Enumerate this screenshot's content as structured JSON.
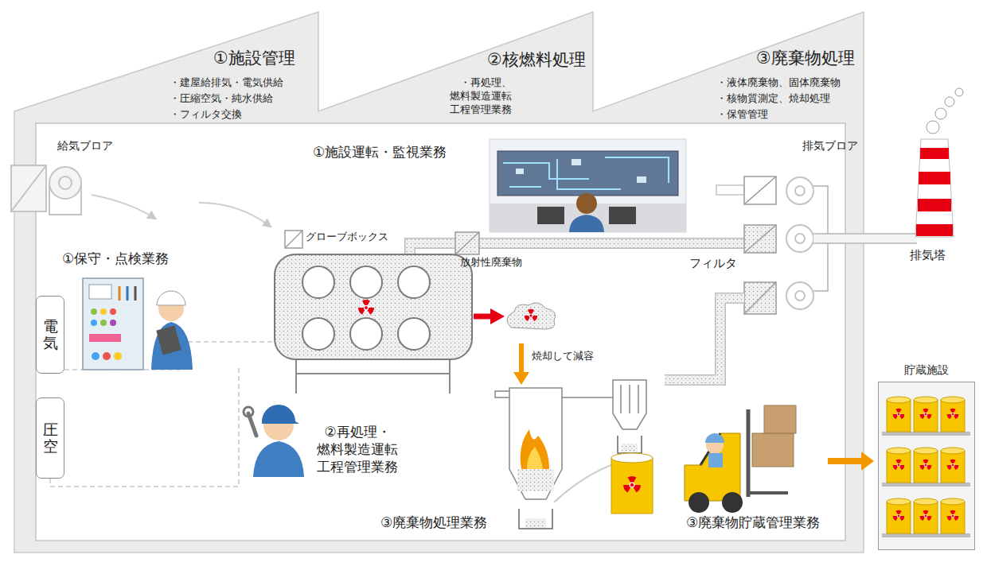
{
  "diagram": {
    "nodes": [
      {
        "text": [
          "電気"
        ]
      },
      {
        "text": [
          "圧空"
        ]
      },
      {
        "text": [
          "貯蔵施設"
        ]
      }
    ],
    "labels": [
      "①施設管理",
      "・建屋給排気・電気供給",
      "・圧縮空気・純水供給",
      "・フィルタ交換",
      "②核燃料処理",
      "・再処理、燃料製造運転 工程管理業務",
      "③廃棄物処理",
      "・液体廃棄物、固体廃棄物",
      "・核物質測定、焼却処理",
      "・保管管理",
      "給気ブロア",
      "①施設運転・監視業務",
      "排気ブロア",
      "グローブボックス",
      "①保守・点検業務",
      "放射性廃棄物",
      "フィルタ",
      "排気塔",
      "焼却して減容",
      "②再処理・燃料製造運転 工程管理業務",
      "③廃棄物処理業務",
      "③廃棄物貯蔵管理業務"
    ]
  }
}
